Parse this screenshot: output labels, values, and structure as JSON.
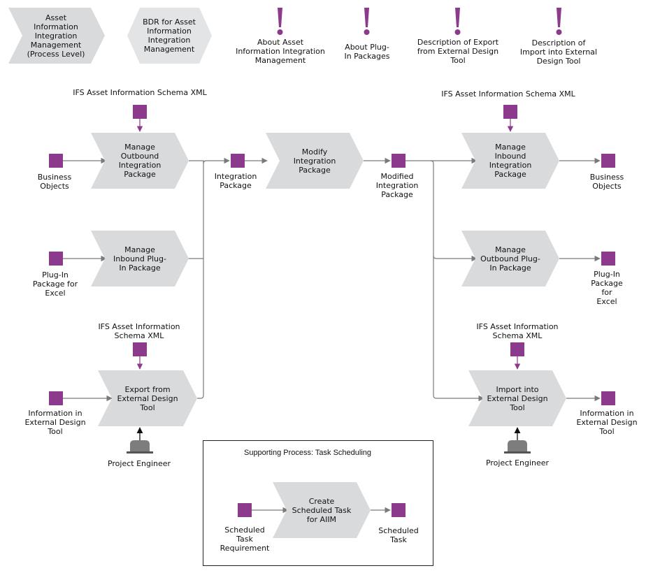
{
  "header": {
    "process_level": "Asset\nInformation\nIntegration\nManagement\n(Process Level)",
    "bdr": "BDR for Asset\nInformation\nIntegration\nManagement",
    "notes": [
      "About Asset\nInformation Integration\nManagement",
      "About Plug-\nIn Packages",
      "Description of Export\nfrom External Design\nTool",
      "Description of\nImport into External\nDesign Tool"
    ]
  },
  "processes": {
    "manage_outbound_integration": "Manage\nOutbound\nIntegration\nPackage",
    "manage_inbound_plugin": "Manage\nInbound Plug-\nIn Package",
    "export_external": "Export from\nExternal Design\nTool",
    "modify_integration": "Modify\nIntegration\nPackage",
    "manage_inbound_integration": "Manage\nInbound\nIntegration\nPackage",
    "manage_outbound_plugin": "Manage\nOutbound Plug-\nIn Package",
    "import_external": "Import into\nExternal Design\nTool",
    "create_scheduled_task": "Create\nScheduled Task\nfor AIIM"
  },
  "objects": {
    "schema_xml_top_left": "IFS Asset Information Schema XML",
    "schema_xml_top_right": "IFS Asset Information Schema XML",
    "schema_xml_bottom_left": "IFS Asset Information\nSchema XML",
    "schema_xml_bottom_right": "IFS Asset Information\nSchema XML",
    "business_objects_in": "Business\nObjects",
    "plugin_excel_in": "Plug-In\nPackage for\nExcel",
    "info_external_in": "Information in\nExternal Design\nTool",
    "integration_package": "Integration\nPackage",
    "modified_integration_package": "Modified\nIntegration\nPackage",
    "business_objects_out": "Business\nObjects",
    "plugin_excel_out": "Plug-In\nPackage\nfor\nExcel",
    "info_external_out": "Information in\nExternal Design\nTool",
    "scheduled_task_requirement": "Scheduled\nTask\nRequirement",
    "scheduled_task": "Scheduled\nTask"
  },
  "roles": {
    "left": "Project Engineer",
    "right": "Project Engineer"
  },
  "supporting": {
    "title": "Supporting Process: Task Scheduling"
  },
  "colors": {
    "process_fill": "#d9dadb",
    "object_fill": "#8b3a8c",
    "connector": "#7a7a7a",
    "role_fill": "#7d7d7d"
  }
}
